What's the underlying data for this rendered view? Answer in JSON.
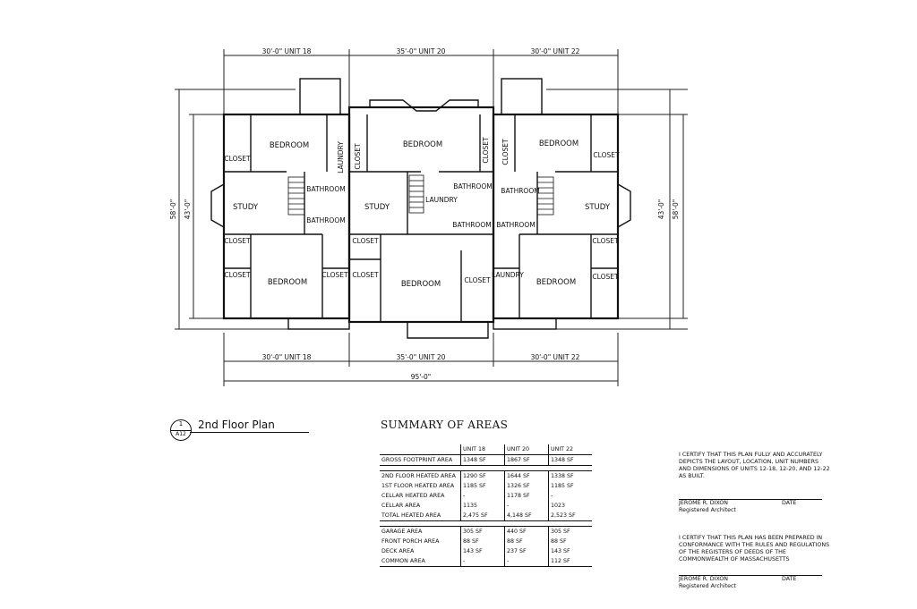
{
  "plan": {
    "top_dims": [
      "30'-0\" UNIT 18",
      "35'-0\" UNIT 20",
      "30'-0\" UNIT 22"
    ],
    "bottom_dims": [
      "30'-0\" UNIT 18",
      "35'-0\" UNIT 20",
      "30'-0\" UNIT 22"
    ],
    "overall_dim": "95'-0\"",
    "left_dims": [
      "58'-0\"",
      "43'-0\""
    ],
    "right_dims": [
      "43'-0\"",
      "58'-0\""
    ],
    "rooms": {
      "bedroom": "BEDROOM",
      "closet": "CLOSET",
      "study": "STUDY",
      "bathroom": "BATHROOM",
      "laundry": "LAUNDRY"
    }
  },
  "legend": {
    "number": "1",
    "sheet": "A12",
    "title": "2nd Floor Plan"
  },
  "summary": {
    "title": "SUMMARY OF AREAS",
    "columns": [
      "UNIT 18",
      "UNIT 20",
      "UNIT 22"
    ],
    "groups": [
      [
        {
          "label": "GROSS FOOTPRINT AREA",
          "values": [
            "1348 SF",
            "1867 SF",
            "1348 SF"
          ]
        }
      ],
      [
        {
          "label": "2ND FLOOR HEATED AREA",
          "values": [
            "1290 SF",
            "1644 SF",
            "1338 SF"
          ]
        },
        {
          "label": "1ST FLOOR HEATED AREA",
          "values": [
            "1185 SF",
            "1326 SF",
            "1185 SF"
          ]
        },
        {
          "label": "CELLAR HEATED AREA",
          "values": [
            "-",
            "1178 SF",
            "-"
          ]
        },
        {
          "label": "CELLAR AREA",
          "values": [
            "1135",
            "-",
            "1023"
          ]
        },
        {
          "label": "TOTAL HEATED AREA",
          "values": [
            "2,475 SF",
            "4,148 SF",
            "2,523 SF"
          ]
        }
      ],
      [
        {
          "label": "GARAGE AREA",
          "values": [
            "305 SF",
            "440 SF",
            "305 SF"
          ]
        },
        {
          "label": "FRONT PORCH AREA",
          "values": [
            "88 SF",
            "88 SF",
            "88 SF"
          ]
        },
        {
          "label": "DECK AREA",
          "values": [
            "143 SF",
            "237 SF",
            "143 SF"
          ]
        },
        {
          "label": "COMMON AREA",
          "values": [
            "-",
            "-",
            "112 SF"
          ]
        }
      ]
    ]
  },
  "certification": {
    "text1": "I CERTIFY THAT THIS PLAN FULLY AND ACCURATELY DEPICTS THE LAYOUT, LOCATION, UNIT NUMBERS AND DIMENSIONS OF UNITS 12-18, 12-20, AND 12-22 AS BUILT.",
    "text2": "I CERTIFY THAT THIS PLAN HAS BEEN PREPARED IN CONFORMANCE WITH THE RULES AND REGULATIONS OF THE REGISTERS OF DEEDS OF THE COMMONWEALTH OF MASSACHUSETTS",
    "name": "JEROME R. DIXON",
    "role": "Registered Architect",
    "date": "DATE"
  }
}
